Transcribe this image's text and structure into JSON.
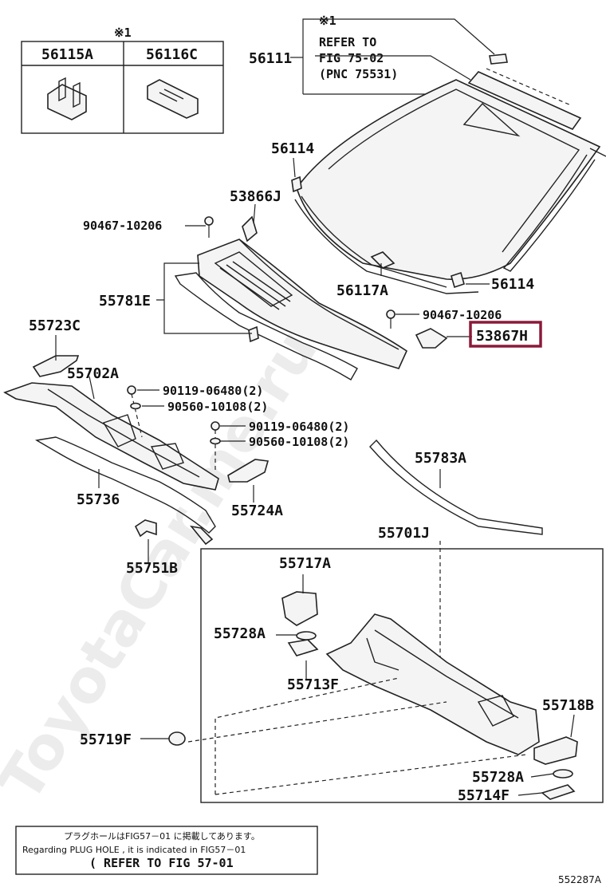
{
  "watermark": "ToyotaCar.me.ru",
  "inset": {
    "mark": "※1",
    "part_a": "56115A",
    "part_b": "56116C"
  },
  "reference_note": {
    "mark": "※1",
    "line1": "REFER TO",
    "line2": "FIG 75-02",
    "line3": "(PNC 75531)"
  },
  "part_labels": [
    {
      "id": "56111",
      "text": "56111"
    },
    {
      "id": "56114-top",
      "text": "56114"
    },
    {
      "id": "53866J",
      "text": "53866J"
    },
    {
      "id": "90467-10206-a",
      "text": "90467-10206"
    },
    {
      "id": "55781E",
      "text": "55781E"
    },
    {
      "id": "56117A",
      "text": "56117A"
    },
    {
      "id": "56114-bottom",
      "text": "56114"
    },
    {
      "id": "90467-10206-b",
      "text": "90467-10206"
    },
    {
      "id": "53867H",
      "text": "53867H"
    },
    {
      "id": "55723C",
      "text": "55723C"
    },
    {
      "id": "55702A",
      "text": "55702A"
    },
    {
      "id": "90119-06480-a",
      "text": "90119-06480(2)"
    },
    {
      "id": "90560-10108-a",
      "text": "90560-10108(2)"
    },
    {
      "id": "90119-06480-b",
      "text": "90119-06480(2)"
    },
    {
      "id": "90560-10108-b",
      "text": "90560-10108(2)"
    },
    {
      "id": "55783A",
      "text": "55783A"
    },
    {
      "id": "55736",
      "text": "55736"
    },
    {
      "id": "55724A",
      "text": "55724A"
    },
    {
      "id": "55701J",
      "text": "55701J"
    },
    {
      "id": "55751B",
      "text": "55751B"
    },
    {
      "id": "55717A",
      "text": "55717A"
    },
    {
      "id": "55728A-a",
      "text": "55728A"
    },
    {
      "id": "55713F",
      "text": "55713F"
    },
    {
      "id": "55718B",
      "text": "55718B"
    },
    {
      "id": "55719F",
      "text": "55719F"
    },
    {
      "id": "55728A-b",
      "text": "55728A"
    },
    {
      "id": "55714F",
      "text": "55714F"
    }
  ],
  "highlight": {
    "part": "53867H",
    "color": "#8b1a3a"
  },
  "footer_note": {
    "japanese": "プラグホールはFIG57－01 に掲載してあります。",
    "english": "Regarding PLUG HOLE , it is indicated in FIG57－01",
    "refer": "( REFER TO FIG 57-01"
  },
  "figure_code": "552287A"
}
